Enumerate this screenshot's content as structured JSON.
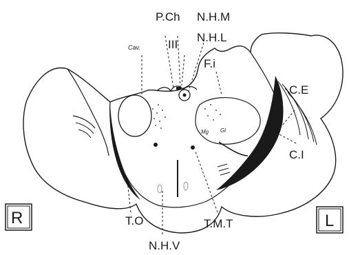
{
  "labels": {
    "pch": "P.Ch",
    "nhm": "N.H.M",
    "nhl": "N.H.L",
    "iii": "III",
    "cav": "Cav.",
    "fi": "F.i",
    "ce": "C.E",
    "ci": "C.I",
    "mg": "Mg",
    "gl": "Gl",
    "to": "T.O",
    "nhv": "N.H.V",
    "tmt": "T.M.T"
  },
  "orientation": {
    "right": "R",
    "left": "L"
  }
}
